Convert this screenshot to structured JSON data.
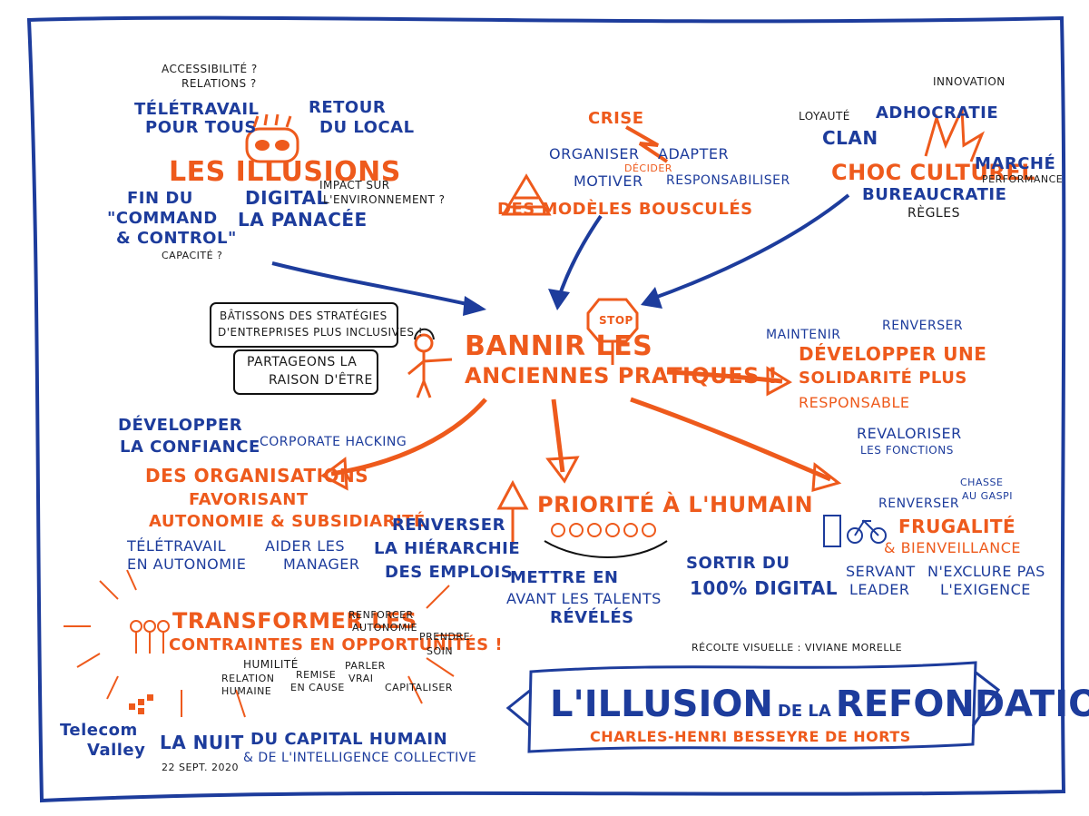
{
  "illusions": {
    "title": "LES ILLUSIONS",
    "accessibilite": "ACCESSIBILITÉ ?",
    "relations": "RELATIONS ?",
    "teletravail_1": "TÉLÉTRAVAIL",
    "teletravail_2": "POUR TOUS",
    "retour_1": "RETOUR",
    "retour_2": "DU LOCAL",
    "findu_1": "FIN DU",
    "findu_2": "\"COMMAND",
    "findu_3": "& CONTROL\"",
    "capacite": "CAPACITÉ ?",
    "digital_1": "DIGITAL",
    "digital_2": "LA PANACÉE",
    "impact_1": "IMPACT SUR",
    "impact_2": "L'ENVIRONNEMENT ?"
  },
  "modeles": {
    "crise": "CRISE",
    "organiser": "ORGANISER",
    "adapter": "ADAPTER",
    "decider": "DÉCIDER",
    "motiver": "MOTIVER",
    "responsabiliser": "RESPONSABILISER",
    "title": "DES MODÈLES BOUSCULÉS"
  },
  "choc": {
    "innovation": "INNOVATION",
    "loyaute": "LOYAUTÉ",
    "adhocratie": "ADHOCRATIE",
    "clan": "CLAN",
    "title": "CHOC CULTUREL",
    "marche": "MARCHÉ",
    "performance": "PERFORMANCE",
    "bureaucratie": "BUREAUCRATIE",
    "regles": "RÈGLES"
  },
  "center": {
    "bubble_1a": "BÂTISSONS DES STRATÉGIES",
    "bubble_1b": "D'ENTREPRISES PLUS INCLUSIVES !",
    "bubble_2a": "PARTAGEONS LA",
    "bubble_2b": "RAISON D'ÊTRE",
    "stop": "STOP",
    "title_1": "BANNIR LES",
    "title_2": "ANCIENNES PRATIQUES !"
  },
  "solidarite": {
    "maintenir": "MAINTENIR",
    "renverser": "RENVERSER",
    "title_1": "DÉVELOPPER UNE",
    "title_2": "SOLIDARITÉ PLUS",
    "title_3": "RESPONSABLE",
    "revaloriser_1": "REVALORISER",
    "revaloriser_2": "LES FONCTIONS"
  },
  "organisations": {
    "developper_1": "DÉVELOPPER",
    "developper_2": "LA CONFIANCE",
    "corporate": "CORPORATE HACKING",
    "title_1": "DES ORGANISATIONS",
    "title_2": "FAVORISANT",
    "title_3": "AUTONOMIE & SUBSIDIARITÉ",
    "teletravail_1": "TÉLÉTRAVAIL",
    "teletravail_2": "EN AUTONOMIE",
    "aider_1": "AIDER LES",
    "aider_2": "MANAGER",
    "renverser_1": "RENVERSER",
    "renverser_2": "LA HIÉRARCHIE",
    "renverser_3": "DES EMPLOIS"
  },
  "humain": {
    "title": "PRIORITÉ À L'HUMAIN",
    "mettre_1": "METTRE EN",
    "mettre_2": "AVANT LES TALENTS",
    "mettre_3": "RÉVÉLÉS",
    "sortir_1": "SORTIR DU",
    "sortir_2": "100% DIGITAL"
  },
  "frugalite": {
    "chasse_1": "CHASSE",
    "chasse_2": "AU GASPI",
    "renverser": "RENVERSER",
    "title_1": "FRUGALITÉ",
    "title_2": "& BIENVEILLANCE",
    "servant_1": "SERVANT",
    "servant_2": "LEADER",
    "exclure_1": "N'EXCLURE PAS",
    "exclure_2": "L'EXIGENCE"
  },
  "transformer": {
    "title_1": "TRANSFORMER LES",
    "title_2": "CONTRAINTES EN OPPORTUNITÉS !",
    "renforcer_1": "RENFORCER",
    "renforcer_2": "AUTONOMIE",
    "prendre_1": "PRENDRE",
    "prendre_2": "SOIN",
    "humilite": "HUMILITÉ",
    "relation_1": "RELATION",
    "relation_2": "HUMAINE",
    "remise_1": "REMISE",
    "remise_2": "EN CAUSE",
    "parler_1": "PARLER",
    "parler_2": "VRAI",
    "capitaliser": "CAPITALISER"
  },
  "footer": {
    "recolte": "RÉCOLTE VISUELLE : VIVIANE MORELLE",
    "banner_a": "L'ILLUSION",
    "banner_b": "DE LA",
    "banner_c": "REFONDATION",
    "author": "CHARLES-HENRI BESSEYRE DE HORTS",
    "logo_1": "Telecom",
    "logo_2": "Valley",
    "event_1": "LA NUIT",
    "event_2": "DU CAPITAL HUMAIN",
    "event_3": "& DE L'INTELLIGENCE COLLECTIVE",
    "date": "22 SEPT. 2020"
  },
  "colors": {
    "blue": "#1d3c9c",
    "orange": "#ee5a1c",
    "black": "#1a1a1a"
  }
}
